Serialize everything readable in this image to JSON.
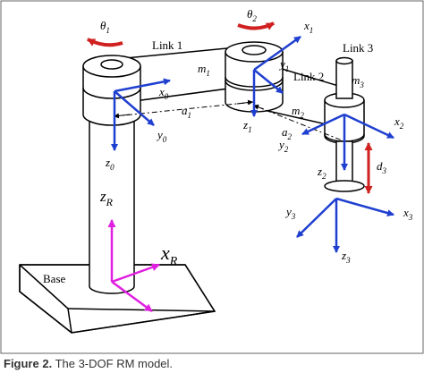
{
  "labels": {
    "theta1": "θ",
    "theta1_sub": "1",
    "theta2": "θ",
    "theta2_sub": "2",
    "link1": "Link 1",
    "link2": "Link 2",
    "link3": "Link 3",
    "m1": "m",
    "m1_sub": "1",
    "m2": "m",
    "m2_sub": "2",
    "m3": "m",
    "m3_sub": "3",
    "a1": "a",
    "a1_sub": "1",
    "a2": "a",
    "a2_sub": "2",
    "d3": "d",
    "d3_sub": "3",
    "x0": "x",
    "x0_sub": "0",
    "y0": "y",
    "y0_sub": "0",
    "z0": "z",
    "z0_sub": "0",
    "x1": "x",
    "x1_sub": "1",
    "y1": "y",
    "y1_sub": "1",
    "z1": "z",
    "z1_sub": "1",
    "x2": "x",
    "x2_sub": "2",
    "y2": "y",
    "y2_sub": "2",
    "z2": "z",
    "z2_sub": "2",
    "x3": "x",
    "x3_sub": "3",
    "y3": "y",
    "y3_sub": "3",
    "z3": "z",
    "z3_sub": "3",
    "zR": "z",
    "zR_sub": "R",
    "xR": "x",
    "xR_sub": "R",
    "base": "Base"
  },
  "caption": {
    "prefix": "Figure 2.",
    "text": " The 3-DOF RM model."
  },
  "colors": {
    "frame_axes": "#1f3fd0",
    "reference_axes": "#e020e0",
    "rotation_arrows": "#d02020",
    "outline": "#000000"
  }
}
